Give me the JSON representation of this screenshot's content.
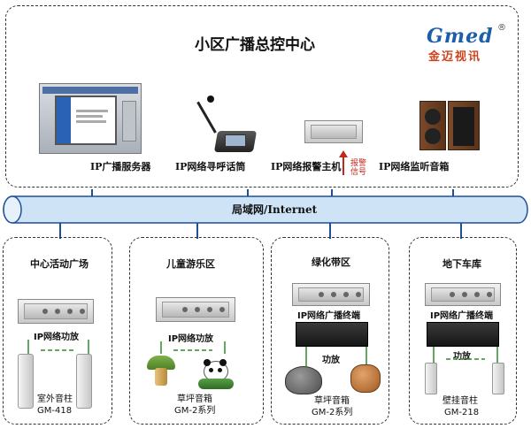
{
  "header": {
    "title": "小区广播总控中心",
    "logo_text": "Gmed",
    "logo_sub": "金迈视讯",
    "logo_reg": "®"
  },
  "top_devices": [
    {
      "label": "IP广播服务器"
    },
    {
      "label": "IP网络寻呼话筒"
    },
    {
      "label": "IP网络报警主机"
    },
    {
      "label": "IP网络监听音箱"
    }
  ],
  "alarm_note": "报警信号",
  "network": {
    "label": "局域网/Internet"
  },
  "zones": [
    {
      "title": "中心活动广场",
      "device": "IP网络功放",
      "speaker_caption": "室外音柱",
      "model": "GM-418"
    },
    {
      "title": "儿童游乐区",
      "device": "IP网络功放",
      "speaker_caption": "草坪音箱",
      "model": "GM-2系列"
    },
    {
      "title": "绿化带区",
      "device": "IP网络广播终端",
      "amp": "功放",
      "speaker_caption": "草坪音箱",
      "model": "GM-2系列"
    },
    {
      "title": "地下车库",
      "device": "IP网络广播终端",
      "amp": "功放",
      "speaker_caption": "壁挂音柱",
      "model": "GM-218"
    }
  ],
  "colors": {
    "network_pipe": "#cfe3f7",
    "network_line": "#1f4f99",
    "connector": "#2e8b2e",
    "alarm_arrow": "#c0281e"
  }
}
